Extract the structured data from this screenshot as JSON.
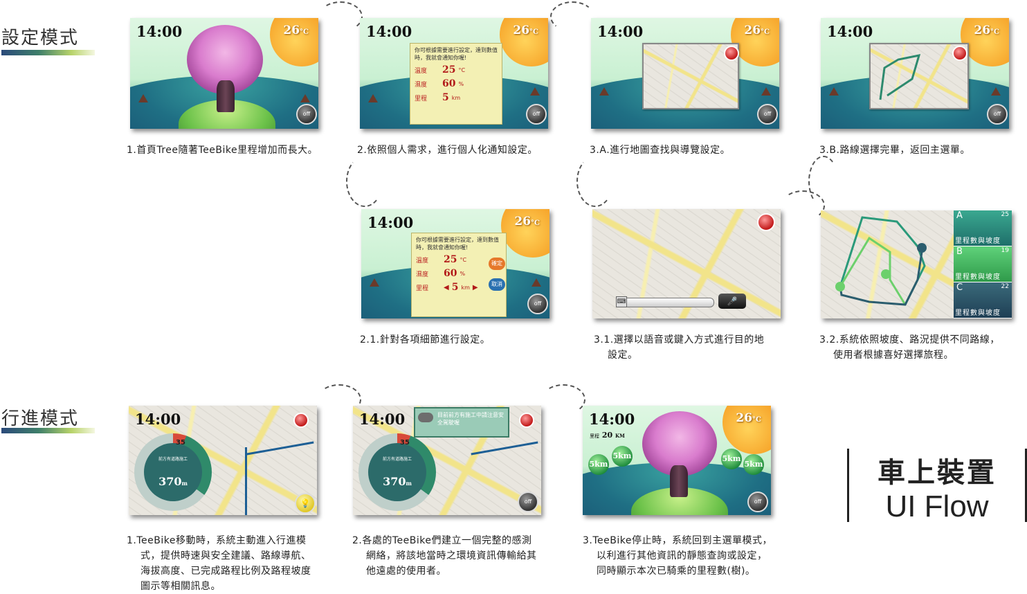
{
  "sections": {
    "setup_label": "設定模式",
    "ride_label": "行進模式"
  },
  "screen": {
    "time": "14:00",
    "temp": "26",
    "temp_unit": "°C",
    "off": "off"
  },
  "settings_panel": {
    "intro": "你可根據需要進行設定，達到數值時，我就會通知你喔!",
    "rows": [
      {
        "label": "溫度",
        "value": "25",
        "unit": "°C"
      },
      {
        "label": "濕度",
        "value": "60",
        "unit": "%"
      },
      {
        "label": "里程",
        "value": "5",
        "unit": "km"
      }
    ],
    "confirm": "確定",
    "cancel": "取消"
  },
  "routes": [
    {
      "letter": "A",
      "num": "25",
      "label": "里程數與坡度"
    },
    {
      "letter": "B",
      "num": "19",
      "label": "里程數與坡度"
    },
    {
      "letter": "C",
      "num": "22",
      "label": "里程數與坡度"
    }
  ],
  "gauge": {
    "percent": "35",
    "altitude": "370",
    "altitude_unit": "m",
    "hint": "前方有道路施工"
  },
  "notify": {
    "text": "目前前方有施工中請注意安全駕駛喔"
  },
  "summary": {
    "distance_label": "里程",
    "distance": "20",
    "distance_unit": "KM",
    "balls": [
      "5km",
      "5km",
      "5km",
      "5km"
    ]
  },
  "captions": {
    "c1": "1.首頁Tree隨著TeeBike里程增加而長大。",
    "c2": "2.依照個人需求，進行個人化通知設定。",
    "c3a": "3.A.進行地圖查找與導覽設定。",
    "c3b": "3.B.路線選擇完畢，返回主選單。",
    "c21": "2.1.針對各項細節進行設定。",
    "c31_l1": "3.1.選擇以語音或鍵入方式進行目的地",
    "c31_l2": "設定。",
    "c32_l1": "3.2.系統依照坡度、路況提供不同路線，",
    "c32_l2": "使用者根據喜好選擇旅程。",
    "r1_l1": "1.TeeBike移動時，系統主動進入行進模",
    "r1_l2": "式，提供時速與安全建議、路線導航、",
    "r1_l3": "海拔高度、已完成路程比例及路程坡度",
    "r1_l4": "圖示等相關訊息。",
    "r2_l1": "2.各處的TeeBike們建立一個完整的感測",
    "r2_l2": "網絡，將該地當時之環境資訊傳輸給其",
    "r2_l3": "他遠處的使用者。",
    "r3_l1": "3.TeeBike停止時，系統回到主選單模式，",
    "r3_l2": "以利進行其他資訊的靜態查詢或設定，",
    "r3_l3": "同時顯示本次已騎乘的里程數(樹)。"
  },
  "brand": {
    "line1": "車上裝置",
    "line2": "UI Flow"
  }
}
